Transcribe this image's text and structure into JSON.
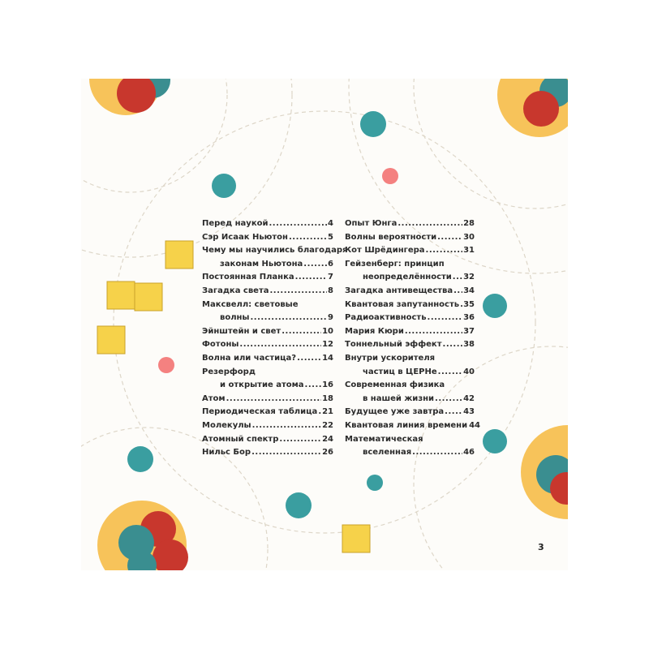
{
  "toc": {
    "left": [
      {
        "title": "Перед наукой",
        "page": "4"
      },
      {
        "title": "Сэр Исаак Ньютон",
        "page": "5"
      },
      {
        "title": "Чему мы научились благодаря",
        "title2": "законам Ньютона",
        "page": "6"
      },
      {
        "title": "Постоянная Планка",
        "page": "7"
      },
      {
        "title": "Загадка света",
        "page": "8"
      },
      {
        "title": "Максвелл: световые",
        "title2": "волны",
        "page": "9"
      },
      {
        "title": "Эйнштейн и свет",
        "page": "10"
      },
      {
        "title": "Фотоны",
        "page": "12"
      },
      {
        "title": "Волна или частица?",
        "page": "14"
      },
      {
        "title": "Резерфорд",
        "title2": "и открытие атома",
        "page": "16"
      },
      {
        "title": "Атом",
        "page": "18"
      },
      {
        "title": "Периодическая таблица",
        "page": "21"
      },
      {
        "title": "Молекулы",
        "page": "22"
      },
      {
        "title": "Атомный спектр",
        "page": "24"
      },
      {
        "title": "Нильс Бор",
        "page": "26"
      }
    ],
    "right": [
      {
        "title": "Опыт Юнга",
        "page": "28"
      },
      {
        "title": "Волны вероятности",
        "page": "30"
      },
      {
        "title": "Кот Шрёдингера",
        "page": "31"
      },
      {
        "title": "Гейзенберг: принцип",
        "title2": "неопределённости",
        "page": "32"
      },
      {
        "title": "Загадка антивещества",
        "page": "34"
      },
      {
        "title": "Квантовая запутанность",
        "page": "35"
      },
      {
        "title": "Радиоактивность",
        "page": "36"
      },
      {
        "title": "Мария Кюри",
        "page": "37"
      },
      {
        "title": "Тоннельный эффект",
        "page": "38"
      },
      {
        "title": "Внутри ускорителя",
        "title2": "частиц в ЦЕРНе",
        "page": "40"
      },
      {
        "title": "Современная физика",
        "title2": "в нашей жизни",
        "page": "42"
      },
      {
        "title": "Будущее уже завтра",
        "page": "43"
      },
      {
        "title": "Квантовая линия времени",
        "page": "44"
      },
      {
        "title": "Математическая",
        "title2": "вселенная",
        "page": "46"
      }
    ]
  },
  "page_number": "3",
  "colors": {
    "teal": "#3a9ea0",
    "red": "#c8372d",
    "yellow": "#f6d24a",
    "orange": "#f7c35a",
    "dash": "#d9d2c4"
  }
}
